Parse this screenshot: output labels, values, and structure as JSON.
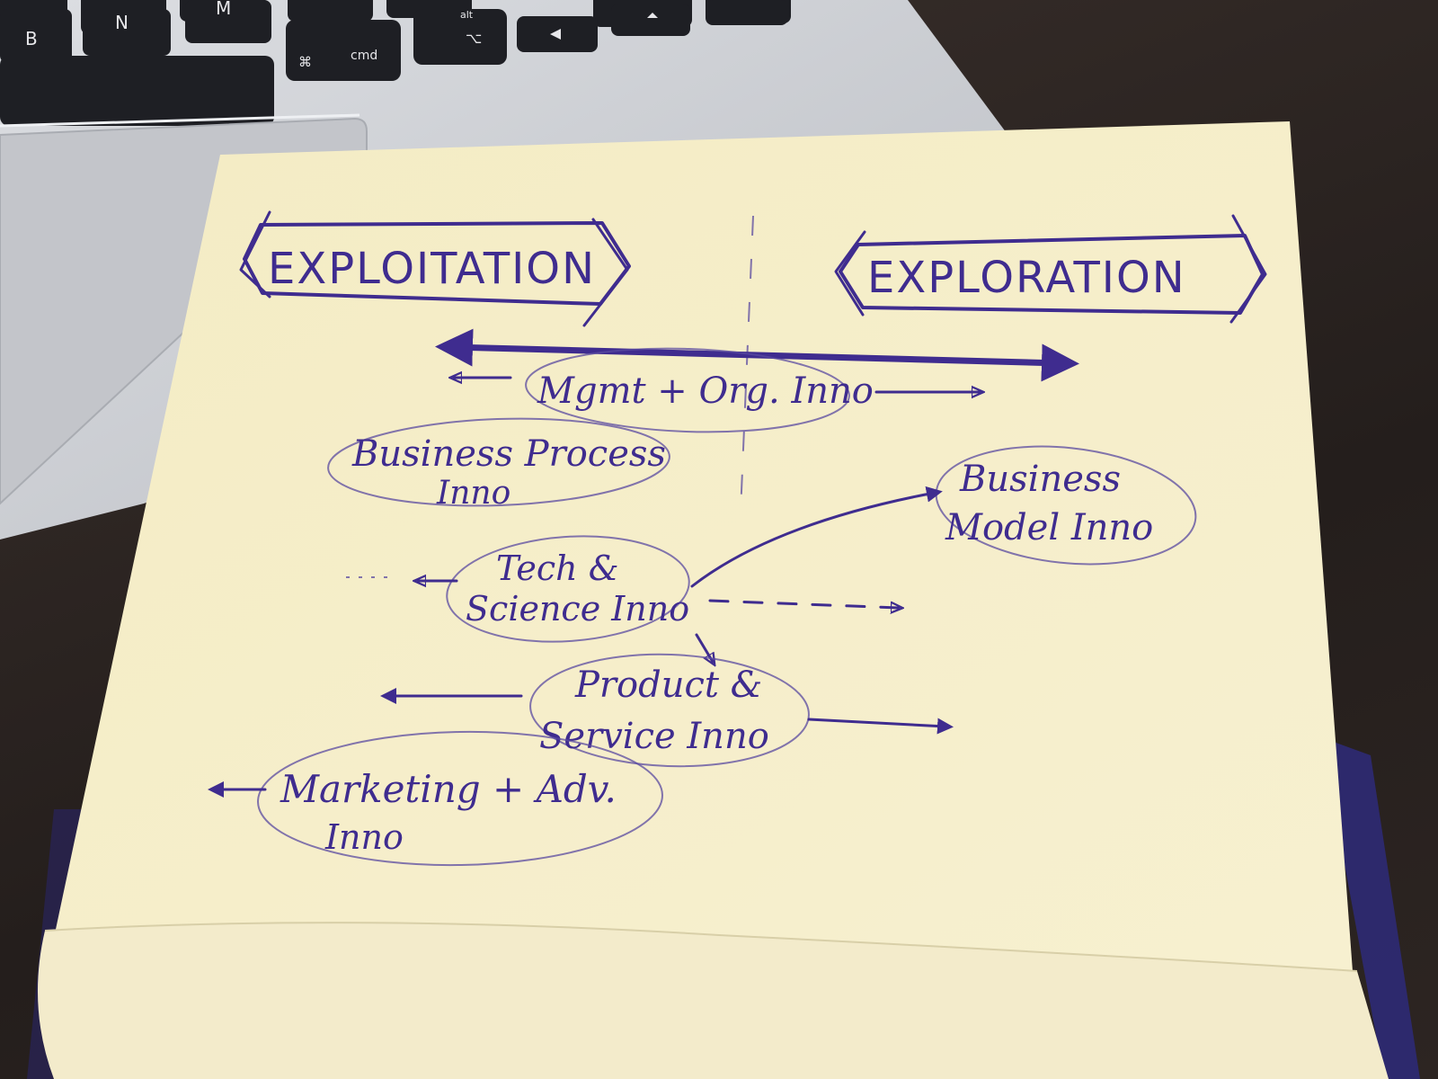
{
  "colors": {
    "ink": "#3f2c8f",
    "paper": "#f6efc8",
    "laptop": "#cfd1d6",
    "desk": "#2b2422"
  },
  "keyboard": {
    "keys": [
      "B",
      "N",
      "M",
      "⌘",
      "cmd",
      "alt",
      "⌥"
    ]
  },
  "headers": {
    "left": "EXPLOITATION",
    "right": "EXPLORATION"
  },
  "nodes": {
    "mgmt_org": "Mgmt + Org. Inno",
    "business_process_line1": "Business Process",
    "business_process_line2": "Inno",
    "business_model_line1": "Business",
    "business_model_line2": "Model Inno",
    "tech_science_line1": "Tech &",
    "tech_science_line2": "Science Inno",
    "product_service_line1": "Product &",
    "product_service_line2": "Service Inno",
    "marketing_line1": "Marketing + Adv.",
    "marketing_line2": "Inno"
  }
}
